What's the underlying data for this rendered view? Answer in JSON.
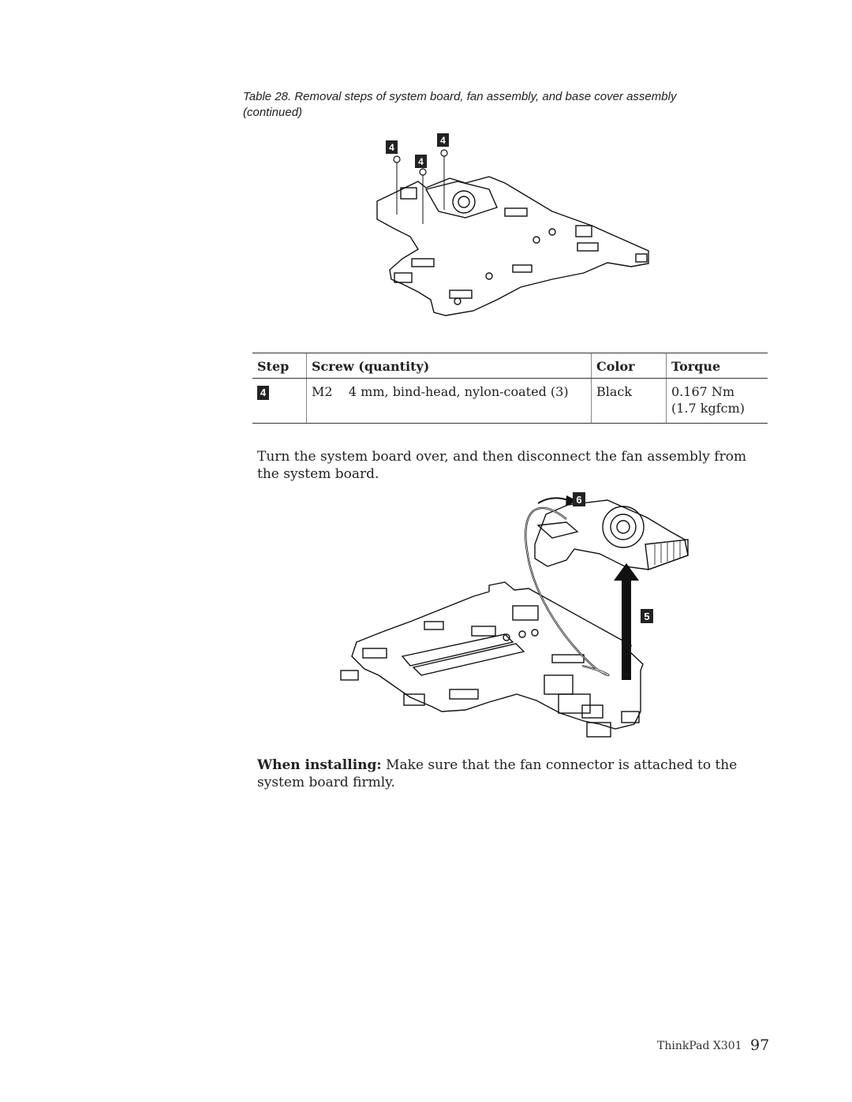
{
  "caption": "Table 28. Removal steps of system board, fan assembly, and base cover assembly (continued)",
  "figure1": {
    "callouts": [
      "4",
      "4",
      "4"
    ]
  },
  "table": {
    "headers": {
      "step": "Step",
      "screw": "Screw (quantity)",
      "color": "Color",
      "torque": "Torque"
    },
    "rows": [
      {
        "step": "4",
        "screw": "M2    4 mm, bind-head, nylon-coated (3)",
        "color": "Black",
        "torque_nm": "0.167 Nm",
        "torque_kgfcm": "(1.7 kgfcm)"
      }
    ]
  },
  "paragraph1": "Turn the system board over, and then disconnect the fan assembly from the system board.",
  "figure2": {
    "callout_connector": "6",
    "callout_lift": "5"
  },
  "install_note": {
    "label": "When installing:",
    "text": " Make sure that the fan connector is attached to the system board firmly."
  },
  "footer": {
    "product": "ThinkPad X301",
    "page": "97"
  }
}
